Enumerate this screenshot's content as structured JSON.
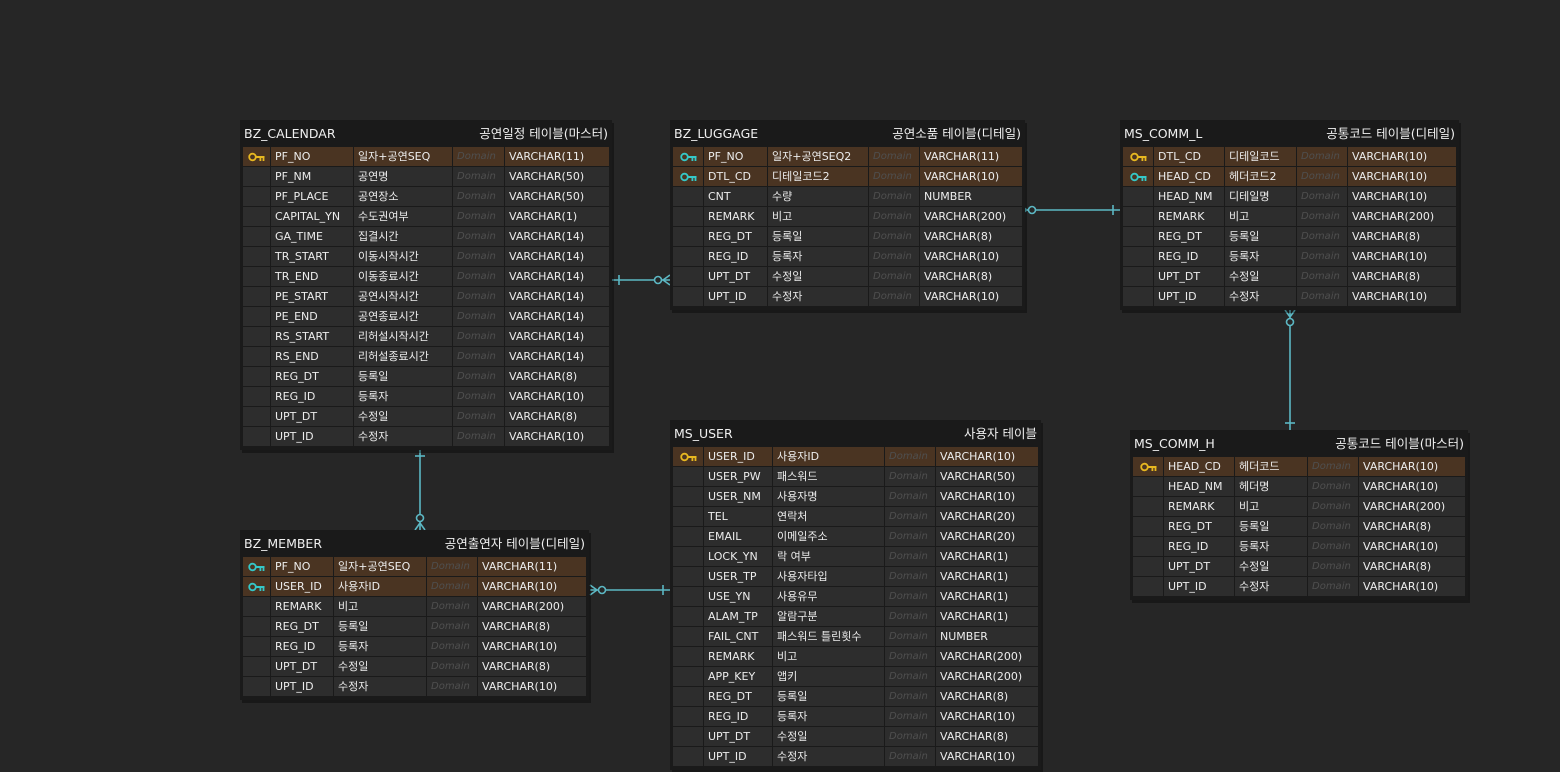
{
  "colors": {
    "background": "#262626",
    "table_bg": "#1a1a1a",
    "cell_bg": "#2d2d2d",
    "pk_row_bg": "#4a3422",
    "pk_key_icon": "#e8b820",
    "fk_key_icon": "#35c8c8",
    "link": "#5cb8c4"
  },
  "tables": [
    {
      "id": "bz_calendar",
      "name": "BZ_CALENDAR",
      "comment": "공연일정 테이블(마스터)",
      "columns": [
        {
          "name": "PF_NO",
          "logical": "일자+공연SEQ",
          "domain": "Domain",
          "type": "VARCHAR(11)",
          "key": "pk"
        },
        {
          "name": "PF_NM",
          "logical": "공연명",
          "domain": "Domain",
          "type": "VARCHAR(50)",
          "key": ""
        },
        {
          "name": "PF_PLACE",
          "logical": "공연장소",
          "domain": "Domain",
          "type": "VARCHAR(50)",
          "key": ""
        },
        {
          "name": "CAPITAL_YN",
          "logical": "수도권여부",
          "domain": "Domain",
          "type": "VARCHAR(1)",
          "key": ""
        },
        {
          "name": "GA_TIME",
          "logical": "집결시간",
          "domain": "Domain",
          "type": "VARCHAR(14)",
          "key": ""
        },
        {
          "name": "TR_START",
          "logical": "이동시작시간",
          "domain": "Domain",
          "type": "VARCHAR(14)",
          "key": ""
        },
        {
          "name": "TR_END",
          "logical": "이동종료시간",
          "domain": "Domain",
          "type": "VARCHAR(14)",
          "key": ""
        },
        {
          "name": "PE_START",
          "logical": "공연시작시간",
          "domain": "Domain",
          "type": "VARCHAR(14)",
          "key": ""
        },
        {
          "name": "PE_END",
          "logical": "공연종료시간",
          "domain": "Domain",
          "type": "VARCHAR(14)",
          "key": ""
        },
        {
          "name": "RS_START",
          "logical": "리허설시작시간",
          "domain": "Domain",
          "type": "VARCHAR(14)",
          "key": ""
        },
        {
          "name": "RS_END",
          "logical": "리허설종료시간",
          "domain": "Domain",
          "type": "VARCHAR(14)",
          "key": ""
        },
        {
          "name": "REG_DT",
          "logical": "등록일",
          "domain": "Domain",
          "type": "VARCHAR(8)",
          "key": ""
        },
        {
          "name": "REG_ID",
          "logical": "등록자",
          "domain": "Domain",
          "type": "VARCHAR(10)",
          "key": ""
        },
        {
          "name": "UPT_DT",
          "logical": "수정일",
          "domain": "Domain",
          "type": "VARCHAR(8)",
          "key": ""
        },
        {
          "name": "UPT_ID",
          "logical": "수정자",
          "domain": "Domain",
          "type": "VARCHAR(10)",
          "key": ""
        }
      ]
    },
    {
      "id": "bz_luggage",
      "name": "BZ_LUGGAGE",
      "comment": "공연소품 테이블(디테일)",
      "columns": [
        {
          "name": "PF_NO",
          "logical": "일자+공연SEQ2",
          "domain": "Domain",
          "type": "VARCHAR(11)",
          "key": "fk"
        },
        {
          "name": "DTL_CD",
          "logical": "디테일코드2",
          "domain": "Domain",
          "type": "VARCHAR(10)",
          "key": "fk"
        },
        {
          "name": "CNT",
          "logical": "수량",
          "domain": "Domain",
          "type": "NUMBER",
          "key": ""
        },
        {
          "name": "REMARK",
          "logical": "비고",
          "domain": "Domain",
          "type": "VARCHAR(200)",
          "key": ""
        },
        {
          "name": "REG_DT",
          "logical": "등록일",
          "domain": "Domain",
          "type": "VARCHAR(8)",
          "key": ""
        },
        {
          "name": "REG_ID",
          "logical": "등록자",
          "domain": "Domain",
          "type": "VARCHAR(10)",
          "key": ""
        },
        {
          "name": "UPT_DT",
          "logical": "수정일",
          "domain": "Domain",
          "type": "VARCHAR(8)",
          "key": ""
        },
        {
          "name": "UPT_ID",
          "logical": "수정자",
          "domain": "Domain",
          "type": "VARCHAR(10)",
          "key": ""
        }
      ]
    },
    {
      "id": "ms_comm_l",
      "name": "MS_COMM_L",
      "comment": "공통코드 테이블(디테일)",
      "columns": [
        {
          "name": "DTL_CD",
          "logical": "디테일코드",
          "domain": "Domain",
          "type": "VARCHAR(10)",
          "key": "pk"
        },
        {
          "name": "HEAD_CD",
          "logical": "헤더코드2",
          "domain": "Domain",
          "type": "VARCHAR(10)",
          "key": "fk"
        },
        {
          "name": "HEAD_NM",
          "logical": "디테일명",
          "domain": "Domain",
          "type": "VARCHAR(10)",
          "key": ""
        },
        {
          "name": "REMARK",
          "logical": "비고",
          "domain": "Domain",
          "type": "VARCHAR(200)",
          "key": ""
        },
        {
          "name": "REG_DT",
          "logical": "등록일",
          "domain": "Domain",
          "type": "VARCHAR(8)",
          "key": ""
        },
        {
          "name": "REG_ID",
          "logical": "등록자",
          "domain": "Domain",
          "type": "VARCHAR(10)",
          "key": ""
        },
        {
          "name": "UPT_DT",
          "logical": "수정일",
          "domain": "Domain",
          "type": "VARCHAR(8)",
          "key": ""
        },
        {
          "name": "UPT_ID",
          "logical": "수정자",
          "domain": "Domain",
          "type": "VARCHAR(10)",
          "key": ""
        }
      ]
    },
    {
      "id": "ms_user",
      "name": "MS_USER",
      "comment": "사용자 테이블",
      "columns": [
        {
          "name": "USER_ID",
          "logical": "사용자ID",
          "domain": "Domain",
          "type": "VARCHAR(10)",
          "key": "pk"
        },
        {
          "name": "USER_PW",
          "logical": "패스워드",
          "domain": "Domain",
          "type": "VARCHAR(50)",
          "key": ""
        },
        {
          "name": "USER_NM",
          "logical": "사용자명",
          "domain": "Domain",
          "type": "VARCHAR(10)",
          "key": ""
        },
        {
          "name": "TEL",
          "logical": "연락처",
          "domain": "Domain",
          "type": "VARCHAR(20)",
          "key": ""
        },
        {
          "name": "EMAIL",
          "logical": "이메일주소",
          "domain": "Domain",
          "type": "VARCHAR(20)",
          "key": ""
        },
        {
          "name": "LOCK_YN",
          "logical": "락 여부",
          "domain": "Domain",
          "type": "VARCHAR(1)",
          "key": ""
        },
        {
          "name": "USER_TP",
          "logical": "사용자타입",
          "domain": "Domain",
          "type": "VARCHAR(1)",
          "key": ""
        },
        {
          "name": "USE_YN",
          "logical": "사용유무",
          "domain": "Domain",
          "type": "VARCHAR(1)",
          "key": ""
        },
        {
          "name": "ALAM_TP",
          "logical": "알람구분",
          "domain": "Domain",
          "type": "VARCHAR(1)",
          "key": ""
        },
        {
          "name": "FAIL_CNT",
          "logical": "패스워드 틀린횟수",
          "domain": "Domain",
          "type": "NUMBER",
          "key": ""
        },
        {
          "name": "REMARK",
          "logical": "비고",
          "domain": "Domain",
          "type": "VARCHAR(200)",
          "key": ""
        },
        {
          "name": "APP_KEY",
          "logical": "앱키",
          "domain": "Domain",
          "type": "VARCHAR(200)",
          "key": ""
        },
        {
          "name": "REG_DT",
          "logical": "등록일",
          "domain": "Domain",
          "type": "VARCHAR(8)",
          "key": ""
        },
        {
          "name": "REG_ID",
          "logical": "등록자",
          "domain": "Domain",
          "type": "VARCHAR(10)",
          "key": ""
        },
        {
          "name": "UPT_DT",
          "logical": "수정일",
          "domain": "Domain",
          "type": "VARCHAR(8)",
          "key": ""
        },
        {
          "name": "UPT_ID",
          "logical": "수정자",
          "domain": "Domain",
          "type": "VARCHAR(10)",
          "key": ""
        }
      ]
    },
    {
      "id": "bz_member",
      "name": "BZ_MEMBER",
      "comment": "공연출연자 테이블(디테일)",
      "columns": [
        {
          "name": "PF_NO",
          "logical": "일자+공연SEQ",
          "domain": "Domain",
          "type": "VARCHAR(11)",
          "key": "fk"
        },
        {
          "name": "USER_ID",
          "logical": "사용자ID",
          "domain": "Domain",
          "type": "VARCHAR(10)",
          "key": "fk"
        },
        {
          "name": "REMARK",
          "logical": "비고",
          "domain": "Domain",
          "type": "VARCHAR(200)",
          "key": ""
        },
        {
          "name": "REG_DT",
          "logical": "등록일",
          "domain": "Domain",
          "type": "VARCHAR(8)",
          "key": ""
        },
        {
          "name": "REG_ID",
          "logical": "등록자",
          "domain": "Domain",
          "type": "VARCHAR(10)",
          "key": ""
        },
        {
          "name": "UPT_DT",
          "logical": "수정일",
          "domain": "Domain",
          "type": "VARCHAR(8)",
          "key": ""
        },
        {
          "name": "UPT_ID",
          "logical": "수정자",
          "domain": "Domain",
          "type": "VARCHAR(10)",
          "key": ""
        }
      ]
    },
    {
      "id": "ms_comm_h",
      "name": "MS_COMM_H",
      "comment": "공통코드 테이블(마스터)",
      "columns": [
        {
          "name": "HEAD_CD",
          "logical": "헤더코드",
          "domain": "Domain",
          "type": "VARCHAR(10)",
          "key": "pk"
        },
        {
          "name": "HEAD_NM",
          "logical": "헤더명",
          "domain": "Domain",
          "type": "VARCHAR(10)",
          "key": ""
        },
        {
          "name": "REMARK",
          "logical": "비고",
          "domain": "Domain",
          "type": "VARCHAR(200)",
          "key": ""
        },
        {
          "name": "REG_DT",
          "logical": "등록일",
          "domain": "Domain",
          "type": "VARCHAR(8)",
          "key": ""
        },
        {
          "name": "REG_ID",
          "logical": "등록자",
          "domain": "Domain",
          "type": "VARCHAR(10)",
          "key": ""
        },
        {
          "name": "UPT_DT",
          "logical": "수정일",
          "domain": "Domain",
          "type": "VARCHAR(8)",
          "key": ""
        },
        {
          "name": "UPT_ID",
          "logical": "수정자",
          "domain": "Domain",
          "type": "VARCHAR(10)",
          "key": ""
        }
      ]
    }
  ],
  "relationships": [
    {
      "id": "rel-calendar-luggage",
      "from": "bz_calendar",
      "to": "bz_luggage",
      "cardinality": "one-to-zero-or-many"
    },
    {
      "id": "rel-luggage-comm-l",
      "from": "ms_comm_l",
      "to": "bz_luggage",
      "cardinality": "one-to-zero-or-many"
    },
    {
      "id": "rel-comm-h-comm-l",
      "from": "ms_comm_h",
      "to": "ms_comm_l",
      "cardinality": "one-to-zero-or-many"
    },
    {
      "id": "rel-calendar-member",
      "from": "bz_calendar",
      "to": "bz_member",
      "cardinality": "one-to-zero-or-many"
    },
    {
      "id": "rel-user-member",
      "from": "ms_user",
      "to": "bz_member",
      "cardinality": "one-to-zero-or-many"
    }
  ]
}
